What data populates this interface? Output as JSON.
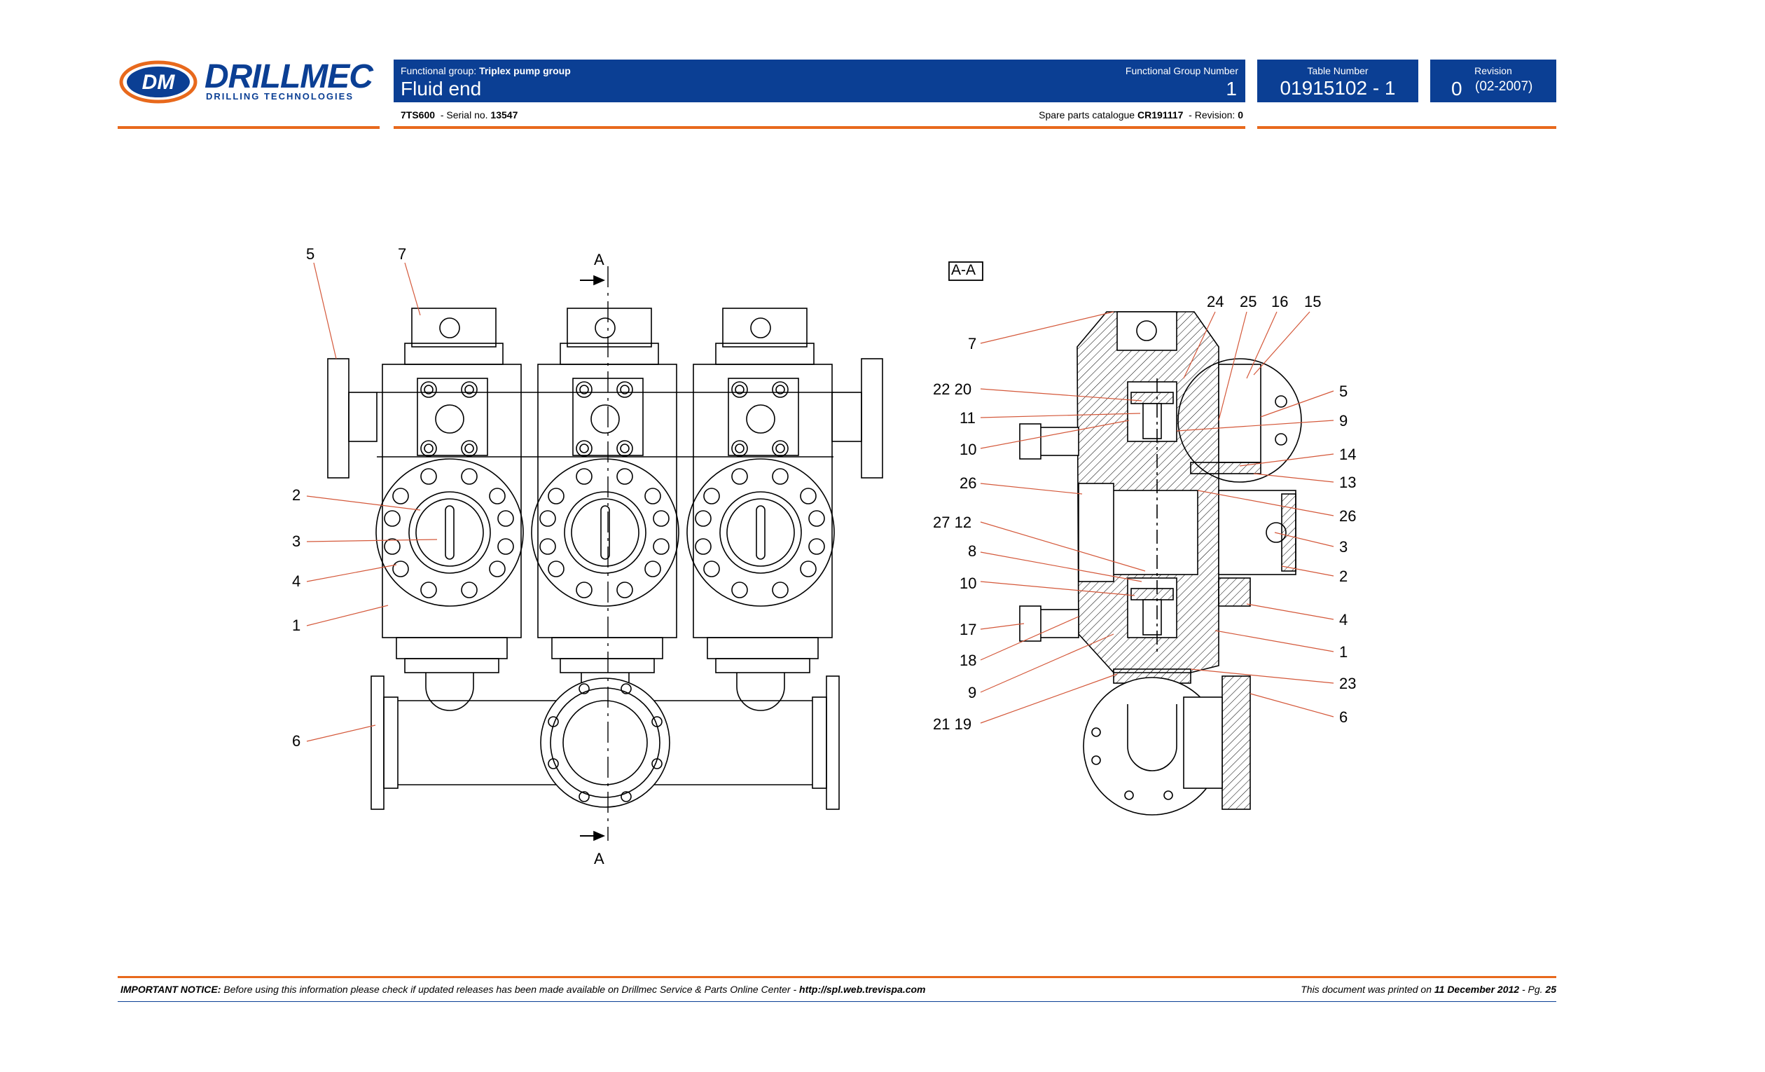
{
  "header": {
    "logo_text": "DRILLMEC",
    "logo_subtext": "DRILLING TECHNOLOGIES",
    "functional_group_prefix": "Functional group:",
    "functional_group_value": "Triplex pump group",
    "title": "Fluid end",
    "functional_group_number_label": "Functional Group Number",
    "functional_group_number": "1",
    "table_number_label": "Table Number",
    "table_number": "01915102 - 1",
    "revision_label": "Revision",
    "revision_number": "0",
    "revision_date": "(02-2007)",
    "model": "7TS600",
    "serial_prefix": "- Serial no.",
    "serial_number": "13547",
    "catalogue_prefix": "Spare parts catalogue",
    "catalogue_code": "CR191117",
    "catalogue_revision_prefix": "- Revision:",
    "catalogue_revision": "0"
  },
  "drawing": {
    "section_marker": "A",
    "section_title": "A-A",
    "left_callouts": [
      "5",
      "7",
      "2",
      "3",
      "4",
      "1",
      "6"
    ],
    "right_left_callouts": [
      "7",
      "22 20",
      "11",
      "10",
      "26",
      "27 12",
      "8",
      "10",
      "17",
      "18",
      "9",
      "21 19"
    ],
    "right_top_callouts": [
      "24",
      "25",
      "16",
      "15"
    ],
    "right_right_callouts": [
      "5",
      "9",
      "14",
      "13",
      "26",
      "3",
      "2",
      "4",
      "1",
      "23",
      "6"
    ]
  },
  "footer": {
    "notice_label": "IMPORTANT NOTICE:",
    "notice_text": "Before using this information please check if updated releases has been made available on Drillmec Service & Parts Online Center -",
    "notice_url": "http://spl.web.trevispa.com",
    "printed_prefix": "This document was printed on",
    "printed_date": "11 December 2012",
    "page_prefix": "- Pg.",
    "page_number": "25"
  }
}
